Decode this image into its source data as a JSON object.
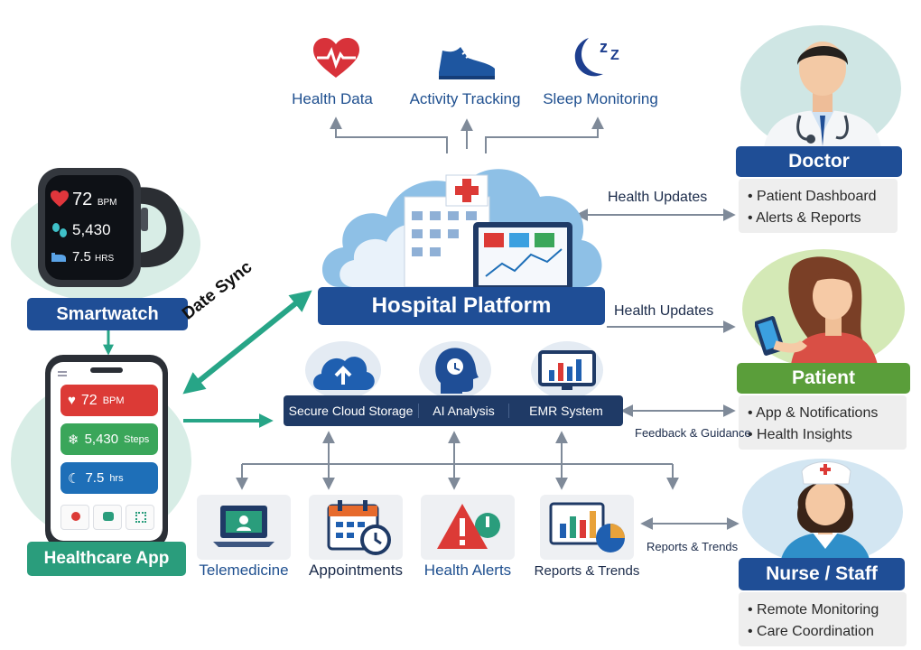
{
  "top": {
    "health_data": "Health Data",
    "activity_tracking": "Activity Tracking",
    "sleep_monitoring": "Sleep Monitoring"
  },
  "smartwatch": {
    "label": "Smartwatch",
    "heart_value": "72",
    "heart_unit": "BPM",
    "steps_value": "5,430",
    "sleep_value": "7.5",
    "sleep_unit": "HRS"
  },
  "app": {
    "label": "Healthcare App",
    "heart_value": "72",
    "heart_unit": "BPM",
    "steps_value": "5,430",
    "steps_unit": "Steps",
    "sleep_value": "7.5",
    "sleep_unit": "hrs"
  },
  "sync_label": "Date Sync",
  "platform": {
    "title": "Hospital Platform",
    "services": [
      "Secure Cloud Storage",
      "AI Analysis",
      "EMR System"
    ]
  },
  "doctor": {
    "label": "Doctor",
    "link_label": "Health Updates",
    "items": [
      "Patient Dashboard",
      "Alerts & Reports"
    ]
  },
  "patient": {
    "label": "Patient",
    "link_label": "Health Updates",
    "feedback_label": "Feedback & Guidance",
    "items": [
      "App & Notifications",
      "Health Insights"
    ]
  },
  "nurse": {
    "label": "Nurse / Staff",
    "link_label": "Reports & Trends",
    "items": [
      "Remote Monitoring",
      "Care Coordination"
    ]
  },
  "features": [
    "Telemedicine",
    "Appointments",
    "Health Alerts",
    "Reports & Trends"
  ],
  "colors": {
    "navy": "#1f4e96",
    "green_banner": "#5a9e3a",
    "teal": "#2a9d7c",
    "arrow_gray": "#7f8a99",
    "sync_green": "#27a587"
  }
}
